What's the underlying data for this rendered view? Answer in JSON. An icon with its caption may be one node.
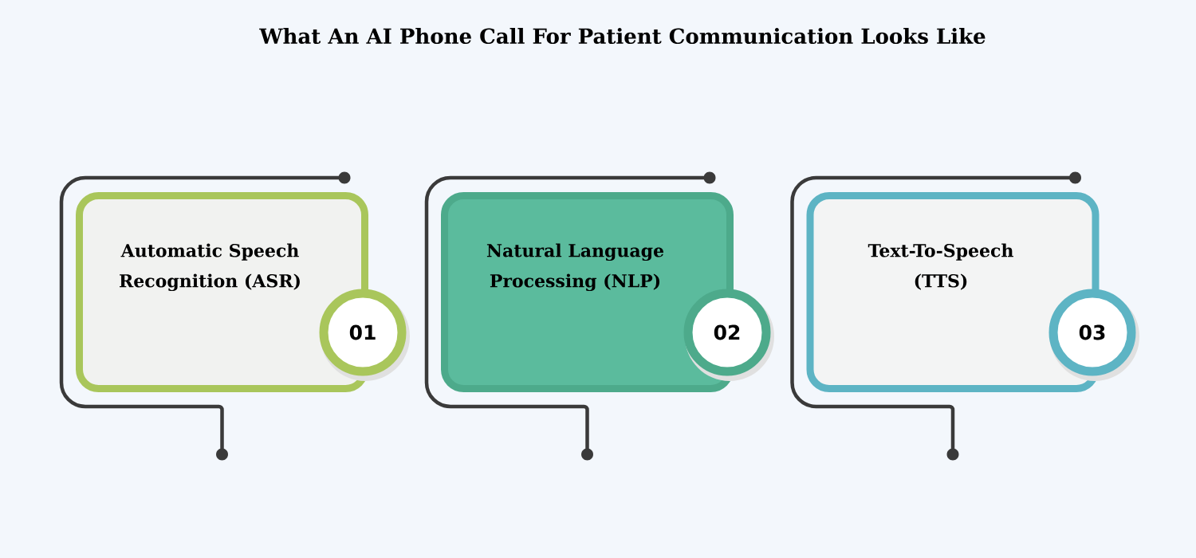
{
  "diagram": {
    "title": "What An AI Phone Call For Patient Communication Looks Like",
    "nodes": [
      {
        "text": [
          "Automatic Speech Recognition (ASR)"
        ]
      },
      {
        "text": [
          "01"
        ]
      },
      {
        "text": [
          "Natural Language Processing (NLP)"
        ]
      },
      {
        "text": [
          "02"
        ]
      },
      {
        "text": [
          "Text-To-Speech (TTS)"
        ]
      },
      {
        "text": [
          "03"
        ]
      }
    ]
  }
}
